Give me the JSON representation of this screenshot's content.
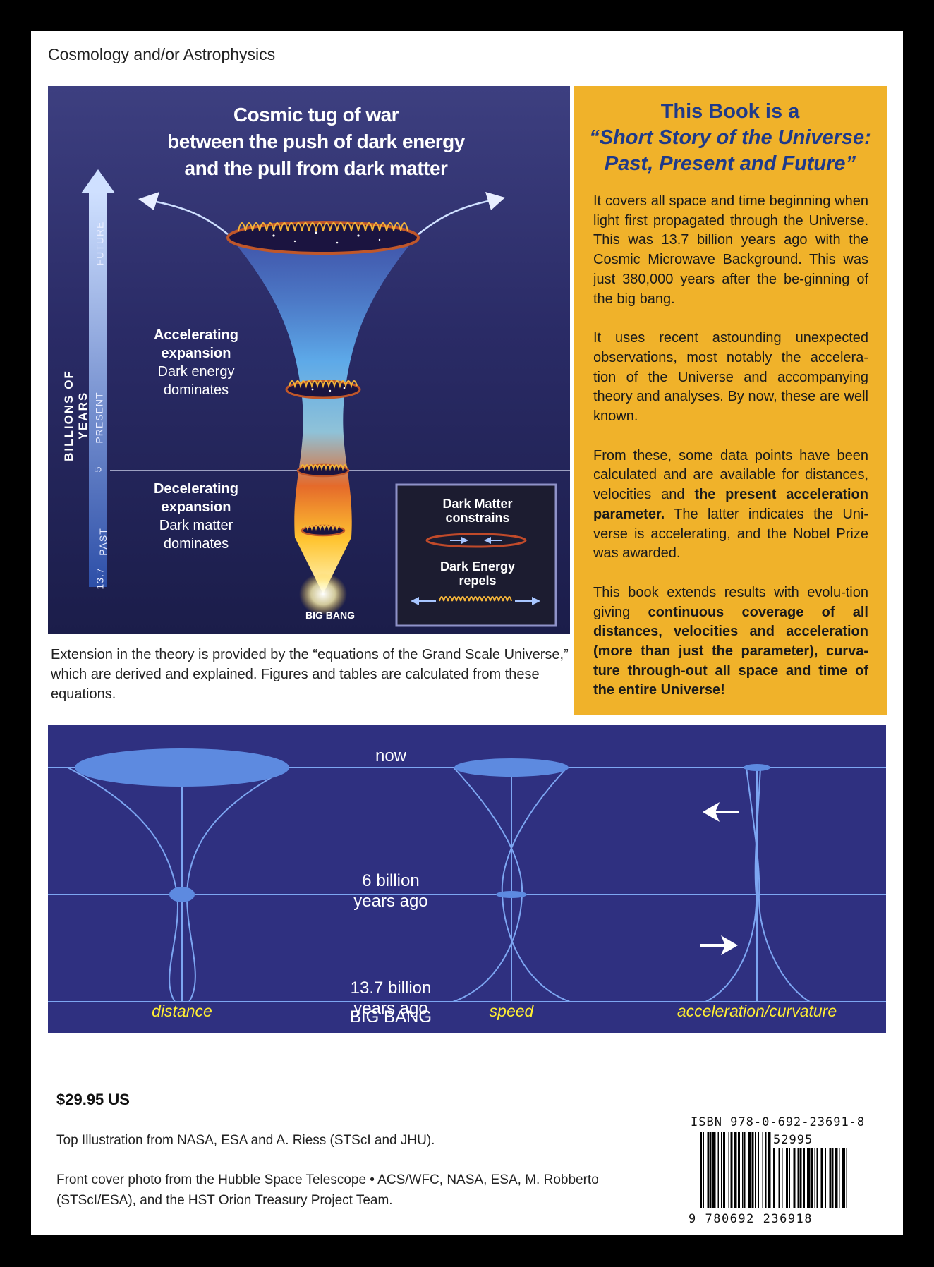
{
  "header": {
    "category": "Cosmology and/or Astrophysics"
  },
  "figure_top": {
    "title_lines": [
      "Cosmic tug of war",
      "between the push of dark energy",
      "and the pull from dark matter"
    ],
    "axis_title": "BILLIONS OF YEARS",
    "axis_ticks": {
      "future": "FUTURE",
      "present": "PRESENT",
      "five": "5",
      "past": "PAST",
      "start": "13.7"
    },
    "accelerating": {
      "title": [
        "Accelerating",
        "expansion"
      ],
      "desc": [
        "Dark energy",
        "dominates"
      ]
    },
    "decelerating": {
      "title": [
        "Decelerating",
        "expansion"
      ],
      "desc": [
        "Dark matter",
        "dominates"
      ]
    },
    "big_bang": "BIG BANG",
    "inset": {
      "dark_matter": [
        "Dark Matter",
        "constrains"
      ],
      "dark_energy": [
        "Dark Energy",
        "repels"
      ]
    }
  },
  "caption": "Extension in the theory is provided by the “equations of the Grand Scale Universe,” which are derived and explained. Figures and tables are calculated from these equations.",
  "book_box": {
    "title": [
      "This Book is a",
      "“Short Story of the Universe:",
      "Past, Present and Future”"
    ],
    "p1": "It covers all space and time beginning when light first propagated through the Universe. This was 13.7 billion years ago with the Cosmic Microwave Background. This was just 380,000 years after the be-ginning of the big bang.",
    "p2": "It uses recent astounding unexpected observations, most notably the accelera-tion of the Universe and accompanying theory and analyses. By now, these are well known.",
    "p3_pre": "From these, some data points have been calculated and are available for distances, velocities and ",
    "p3_bold": "the present acceleration parameter.",
    "p3_post": " The latter indicates the Uni-verse is accelerating, and the Nobel Prize was awarded.",
    "p4_pre": "This book extends results with evolu-tion giving ",
    "p4_bold": "continuous coverage of all distances, velocities and acceleration (more than just the parameter), curva-ture through-out all space and time of the entire Universe!"
  },
  "figure_bottom": {
    "now": "now",
    "six_billion": [
      "6 billion",
      "years ago"
    ],
    "thirteen_billion": [
      "13.7 billion",
      "years ago"
    ],
    "big_bang": "BIG BANG",
    "labels": {
      "distance": "distance",
      "speed": "speed",
      "acceleration": "acceleration/curvature"
    }
  },
  "footer": {
    "price": "$29.95 US",
    "credit1": "Top Illustration from NASA, ESA and A. Riess (STScI and JHU).",
    "credit2": "Front cover photo from the Hubble Space Telescope • ACS/WFC, NASA, ESA, M. Robberto (STScI/ESA), and the HST Orion Treasury Project Team.",
    "isbn": "ISBN 978-0-692-23691-8",
    "price_code": "52995",
    "ean": "9 780692 236918"
  }
}
